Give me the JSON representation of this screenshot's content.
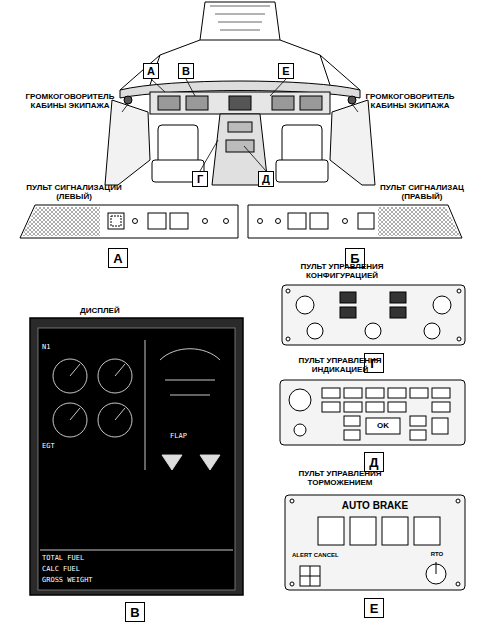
{
  "diagram": {
    "nodes": [
      {
        "text": [
          "А"
        ]
      },
      {
        "text": [
          "В"
        ]
      },
      {
        "text": [
          "Е"
        ]
      },
      {
        "text": [
          "Г"
        ]
      },
      {
        "text": [
          "Д"
        ]
      },
      {
        "text": [
          "А"
        ]
      },
      {
        "text": [
          "Б"
        ]
      },
      {
        "text": [
          "В"
        ]
      },
      {
        "text": [
          "Г"
        ]
      },
      {
        "text": [
          "Д"
        ]
      },
      {
        "text": [
          "Е"
        ]
      }
    ],
    "labels": [
      "ГРОМКОГОВОРИТЕЛЬ КАБИНЫ ЭКИПАЖА",
      "ГРОМКОГОВОРИТЕЛЬ КАБИНЫ ЭКИПАЖА",
      "ПУЛЬТ СИГНАЛИЗАЦИИ (ЛЕВЫЙ)",
      "ПУЛЬТ СИГНАЛИЗАЦ (ПРАВЫЙ)",
      "ДИСПЛЕЙ",
      "ПУЛЬТ УПРАВЛЕНИЯ КОНФИГУРАЦИЕЙ",
      "ПУЛЬТ УПРАВЛЕНИЯ ИНДИКАЦИЕЙ",
      "ПУЛЬТ УПРАВЛЕНИЯ ТОРМОЖЕНИЕМ",
      "AUTO BRAKE",
      "N1",
      "EGT",
      "TOTAL FUEL",
      "CALC FUEL",
      "GROSS WEIGHT",
      "FLAP",
      "ALERT CANCEL",
      "RTO",
      "OK"
    ]
  }
}
